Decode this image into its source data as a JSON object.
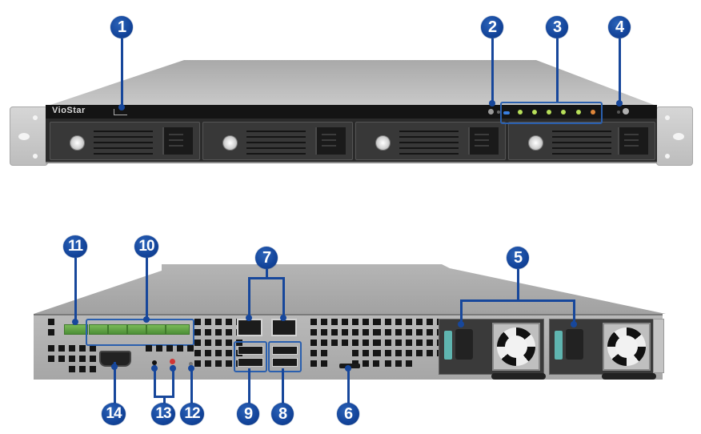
{
  "figure": {
    "front_panel": {
      "brand_label": "VioStar",
      "drive_bays": 4,
      "status_leds": [
        {
          "name": "led-1",
          "color": "#3a7fe0"
        },
        {
          "name": "led-2",
          "color": "#b8e05a"
        },
        {
          "name": "led-3",
          "color": "#b8e05a"
        },
        {
          "name": "led-4",
          "color": "#b8e05a"
        },
        {
          "name": "led-5",
          "color": "#b8e05a"
        },
        {
          "name": "led-6",
          "color": "#b8e05a"
        },
        {
          "name": "led-7",
          "color": "#e0873a"
        }
      ]
    },
    "callouts": {
      "c1": "1",
      "c2": "2",
      "c3": "3",
      "c4": "4",
      "c5": "5",
      "c6": "6",
      "c7": "7",
      "c8": "8",
      "c9": "9",
      "c10": "10",
      "c11": "11",
      "c12": "12",
      "c13": "13",
      "c14": "14"
    },
    "colors": {
      "callout_blue": "#13449a",
      "chassis_gray": "#b0b0b0",
      "front_black": "#141414",
      "terminal_green": "#5fa042",
      "psu_latch_teal": "#5fb5b0"
    }
  }
}
